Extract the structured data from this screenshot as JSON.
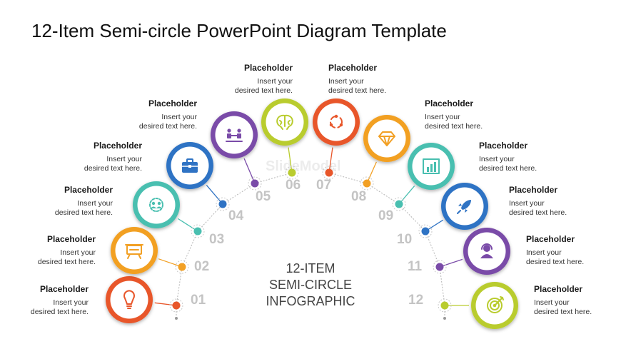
{
  "title": "12-Item Semi-circle PowerPoint Diagram Template",
  "watermark": "SlideModel",
  "center": {
    "line1": "12-ITEM",
    "line2": "SEMI-CIRCLE",
    "line3": "INFOGRAPHIC"
  },
  "items": [
    {
      "number": "01",
      "heading": "Placeholder",
      "body1": "Insert your",
      "body2": "desired text here.",
      "color": "#e8562a",
      "icon": "lightbulb-icon"
    },
    {
      "number": "02",
      "heading": "Placeholder",
      "body1": "Insert your",
      "body2": "desired text here.",
      "color": "#f2a024",
      "icon": "presentation-board-icon"
    },
    {
      "number": "03",
      "heading": "Placeholder",
      "body1": "Insert your",
      "body2": "desired text here.",
      "color": "#49bfb0",
      "icon": "team-gear-icon"
    },
    {
      "number": "04",
      "heading": "Placeholder",
      "body1": "Insert your",
      "body2": "desired text here.",
      "color": "#2f73c4",
      "icon": "briefcase-icon"
    },
    {
      "number": "05",
      "heading": "Placeholder",
      "body1": "Insert your",
      "body2": "desired text here.",
      "color": "#7a4ba8",
      "icon": "meeting-icon"
    },
    {
      "number": "06",
      "heading": "Placeholder",
      "body1": "Insert your",
      "body2": "desired text here.",
      "color": "#b9cc2e",
      "icon": "brain-icon"
    },
    {
      "number": "07",
      "heading": "Placeholder",
      "body1": "Insert your",
      "body2": "desired text here.",
      "color": "#e8562a",
      "icon": "cycle-icon"
    },
    {
      "number": "08",
      "heading": "Placeholder",
      "body1": "Insert your",
      "body2": "desired text here.",
      "color": "#f2a024",
      "icon": "diamond-icon"
    },
    {
      "number": "09",
      "heading": "Placeholder",
      "body1": "Insert your",
      "body2": "desired text here.",
      "color": "#49bfb0",
      "icon": "growth-chart-icon"
    },
    {
      "number": "10",
      "heading": "Placeholder",
      "body1": "Insert your",
      "body2": "desired text here.",
      "color": "#2f73c4",
      "icon": "rocket-icon"
    },
    {
      "number": "11",
      "heading": "Placeholder",
      "body1": "Insert your",
      "body2": "desired text here.",
      "color": "#7a4ba8",
      "icon": "support-agent-icon"
    },
    {
      "number": "12",
      "heading": "Placeholder",
      "body1": "Insert your",
      "body2": "desired text here.",
      "color": "#b9cc2e",
      "icon": "target-icon"
    }
  ]
}
